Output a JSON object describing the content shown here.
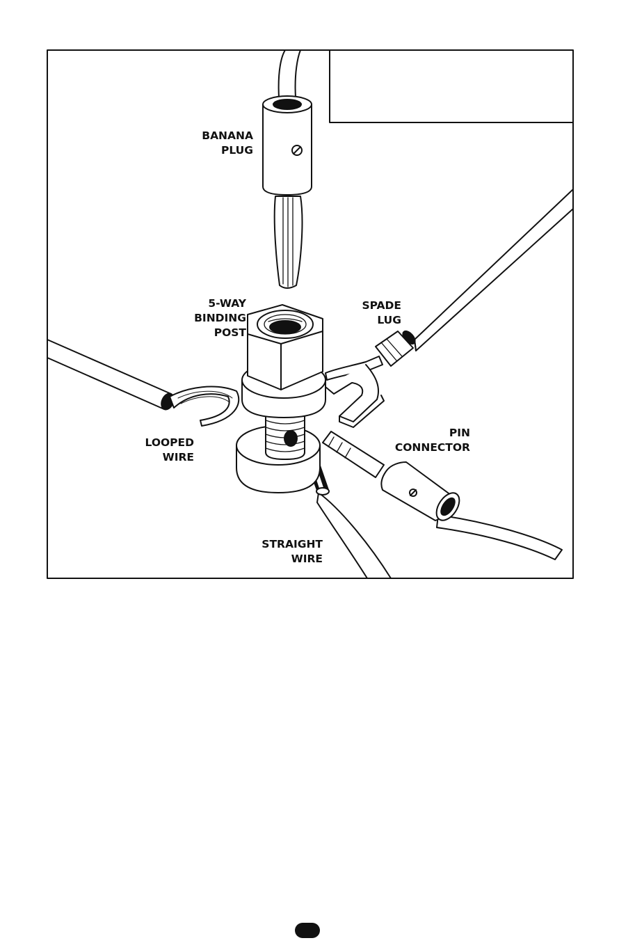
{
  "labels": {
    "banana_plug": [
      "BANANA",
      "PLUG"
    ],
    "binding_post": [
      "5-WAY",
      "BINDING",
      "POST"
    ],
    "spade_lug": [
      "SPADE",
      "LUG"
    ],
    "looped_wire": [
      "LOOPED",
      "WIRE"
    ],
    "pin_connector": [
      "PIN",
      "CONNECTOR"
    ],
    "straight_wire": [
      "STRAIGHT",
      "WIRE"
    ]
  },
  "colors": {
    "ink": "#111111",
    "paper": "#ffffff"
  }
}
